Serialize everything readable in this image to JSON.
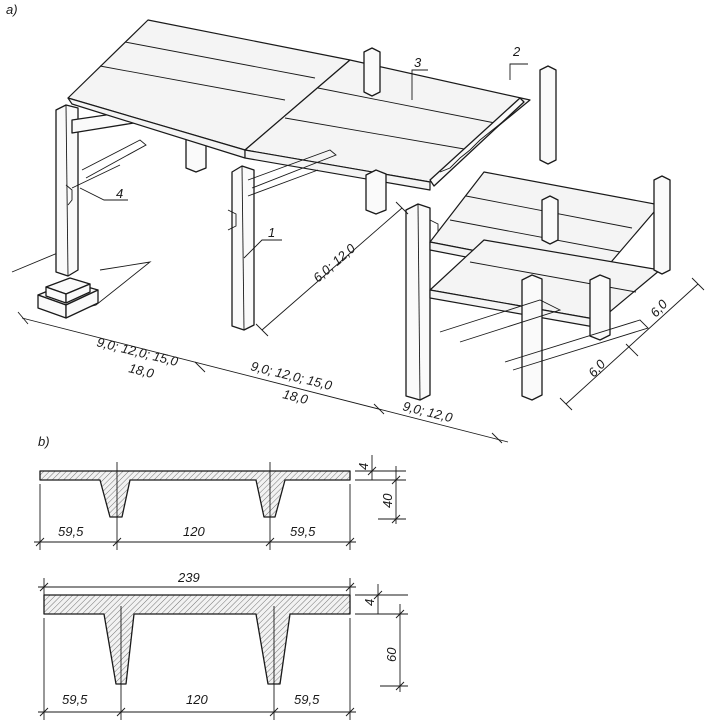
{
  "panel_labels": {
    "a": "a)",
    "b": "b)"
  },
  "callouts": {
    "c1": "1",
    "c2": "2",
    "c3": "3",
    "c4": "4"
  },
  "iso_dims": {
    "span_depth": "6,0; 12,0",
    "bay1_top": "9,0; 12,0; 15,0",
    "bay1_bottom": "18,0",
    "bay2_top": "9,0; 12,0; 15,0",
    "bay2_bottom": "18,0",
    "bay3": "9,0; 12,0",
    "right_a": "6,0",
    "right_b": "6,0"
  },
  "section1": {
    "left": "59,5",
    "middle": "120",
    "right": "59,5",
    "flange": "4",
    "height": "40"
  },
  "section2": {
    "width": "239",
    "left": "59,5",
    "middle": "120",
    "right": "59,5",
    "flange": "4",
    "height": "60"
  }
}
